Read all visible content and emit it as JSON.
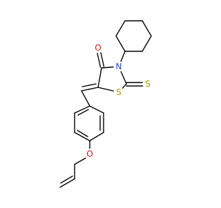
{
  "molecule": {
    "atom_labels": {
      "n_ring": "N",
      "s_ring": "S",
      "s_thione": "S",
      "o_carbonyl": "O",
      "o_ether": "O"
    },
    "colors": {
      "N": "#2f45d6",
      "O": "#e01010",
      "S": "#a09a00",
      "bond": "#000000",
      "background": "#ffffff"
    }
  }
}
